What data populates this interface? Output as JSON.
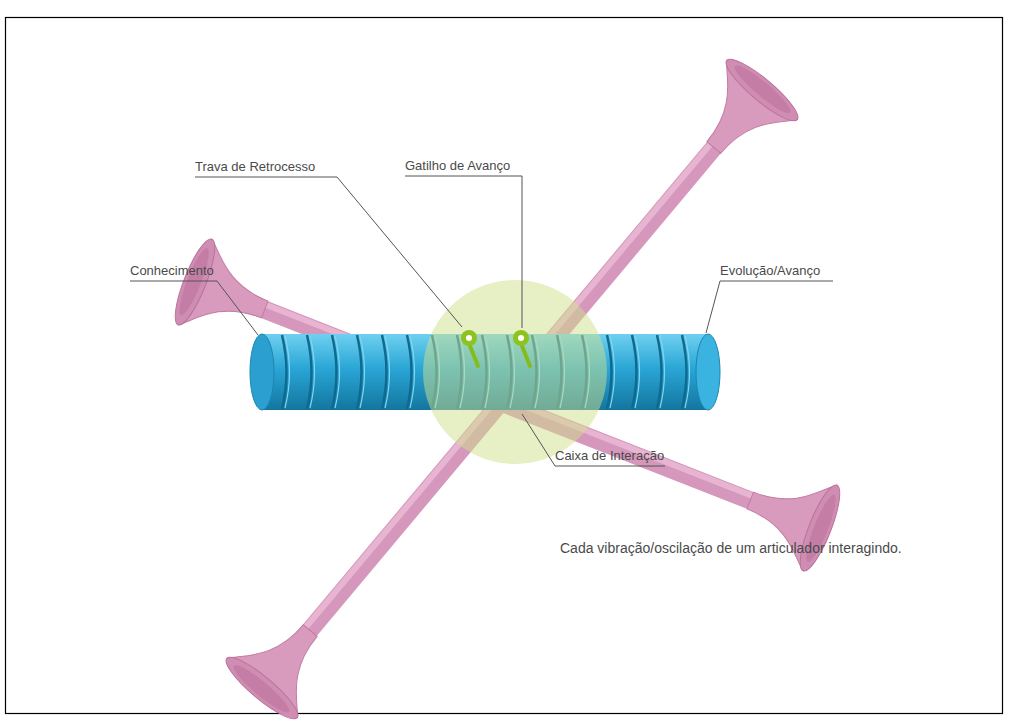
{
  "diagram": {
    "caption": "Cada vibração/oscilação de um articulador interagindo.",
    "labels": [
      "Trava de Retrocesso",
      "Gatilho de Avanço",
      "Conhecimento",
      "Evolução/Avanço",
      "Caixa de Interação"
    ]
  }
}
